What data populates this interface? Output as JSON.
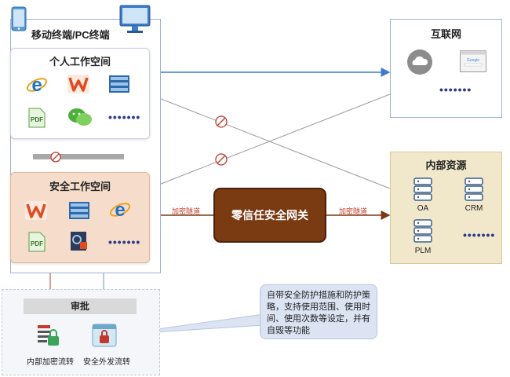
{
  "left_panel": {
    "title": "移动终端/PC终端"
  },
  "personal_space": {
    "title": "个人工作空间",
    "more": "•••••••"
  },
  "secure_space": {
    "title": "安全工作空间",
    "more": "•••••••"
  },
  "approval": {
    "title": "审批",
    "item1": "内部加密流转",
    "item2": "安全外发流转"
  },
  "gateway": {
    "label": "零信任安全网关",
    "tunnel_left": "加密隧道",
    "tunnel_right": "加密隧道"
  },
  "internet": {
    "title": "互联网",
    "more": "•••••••",
    "browser_text": "Google"
  },
  "internal": {
    "title": "内部资源",
    "oa": "OA",
    "crm": "CRM",
    "plm": "PLM",
    "more": "•••••••"
  },
  "callout": {
    "text": "自带安全防护措施和防护策略，支持使用范围、使用时间、使用次数等设定，并有自毁等功能"
  },
  "colors": {
    "blue_line": "#3d7cc9",
    "brown_line": "#7a3a12",
    "red_line": "#c0392b",
    "gray_line": "#9a9a9a"
  }
}
